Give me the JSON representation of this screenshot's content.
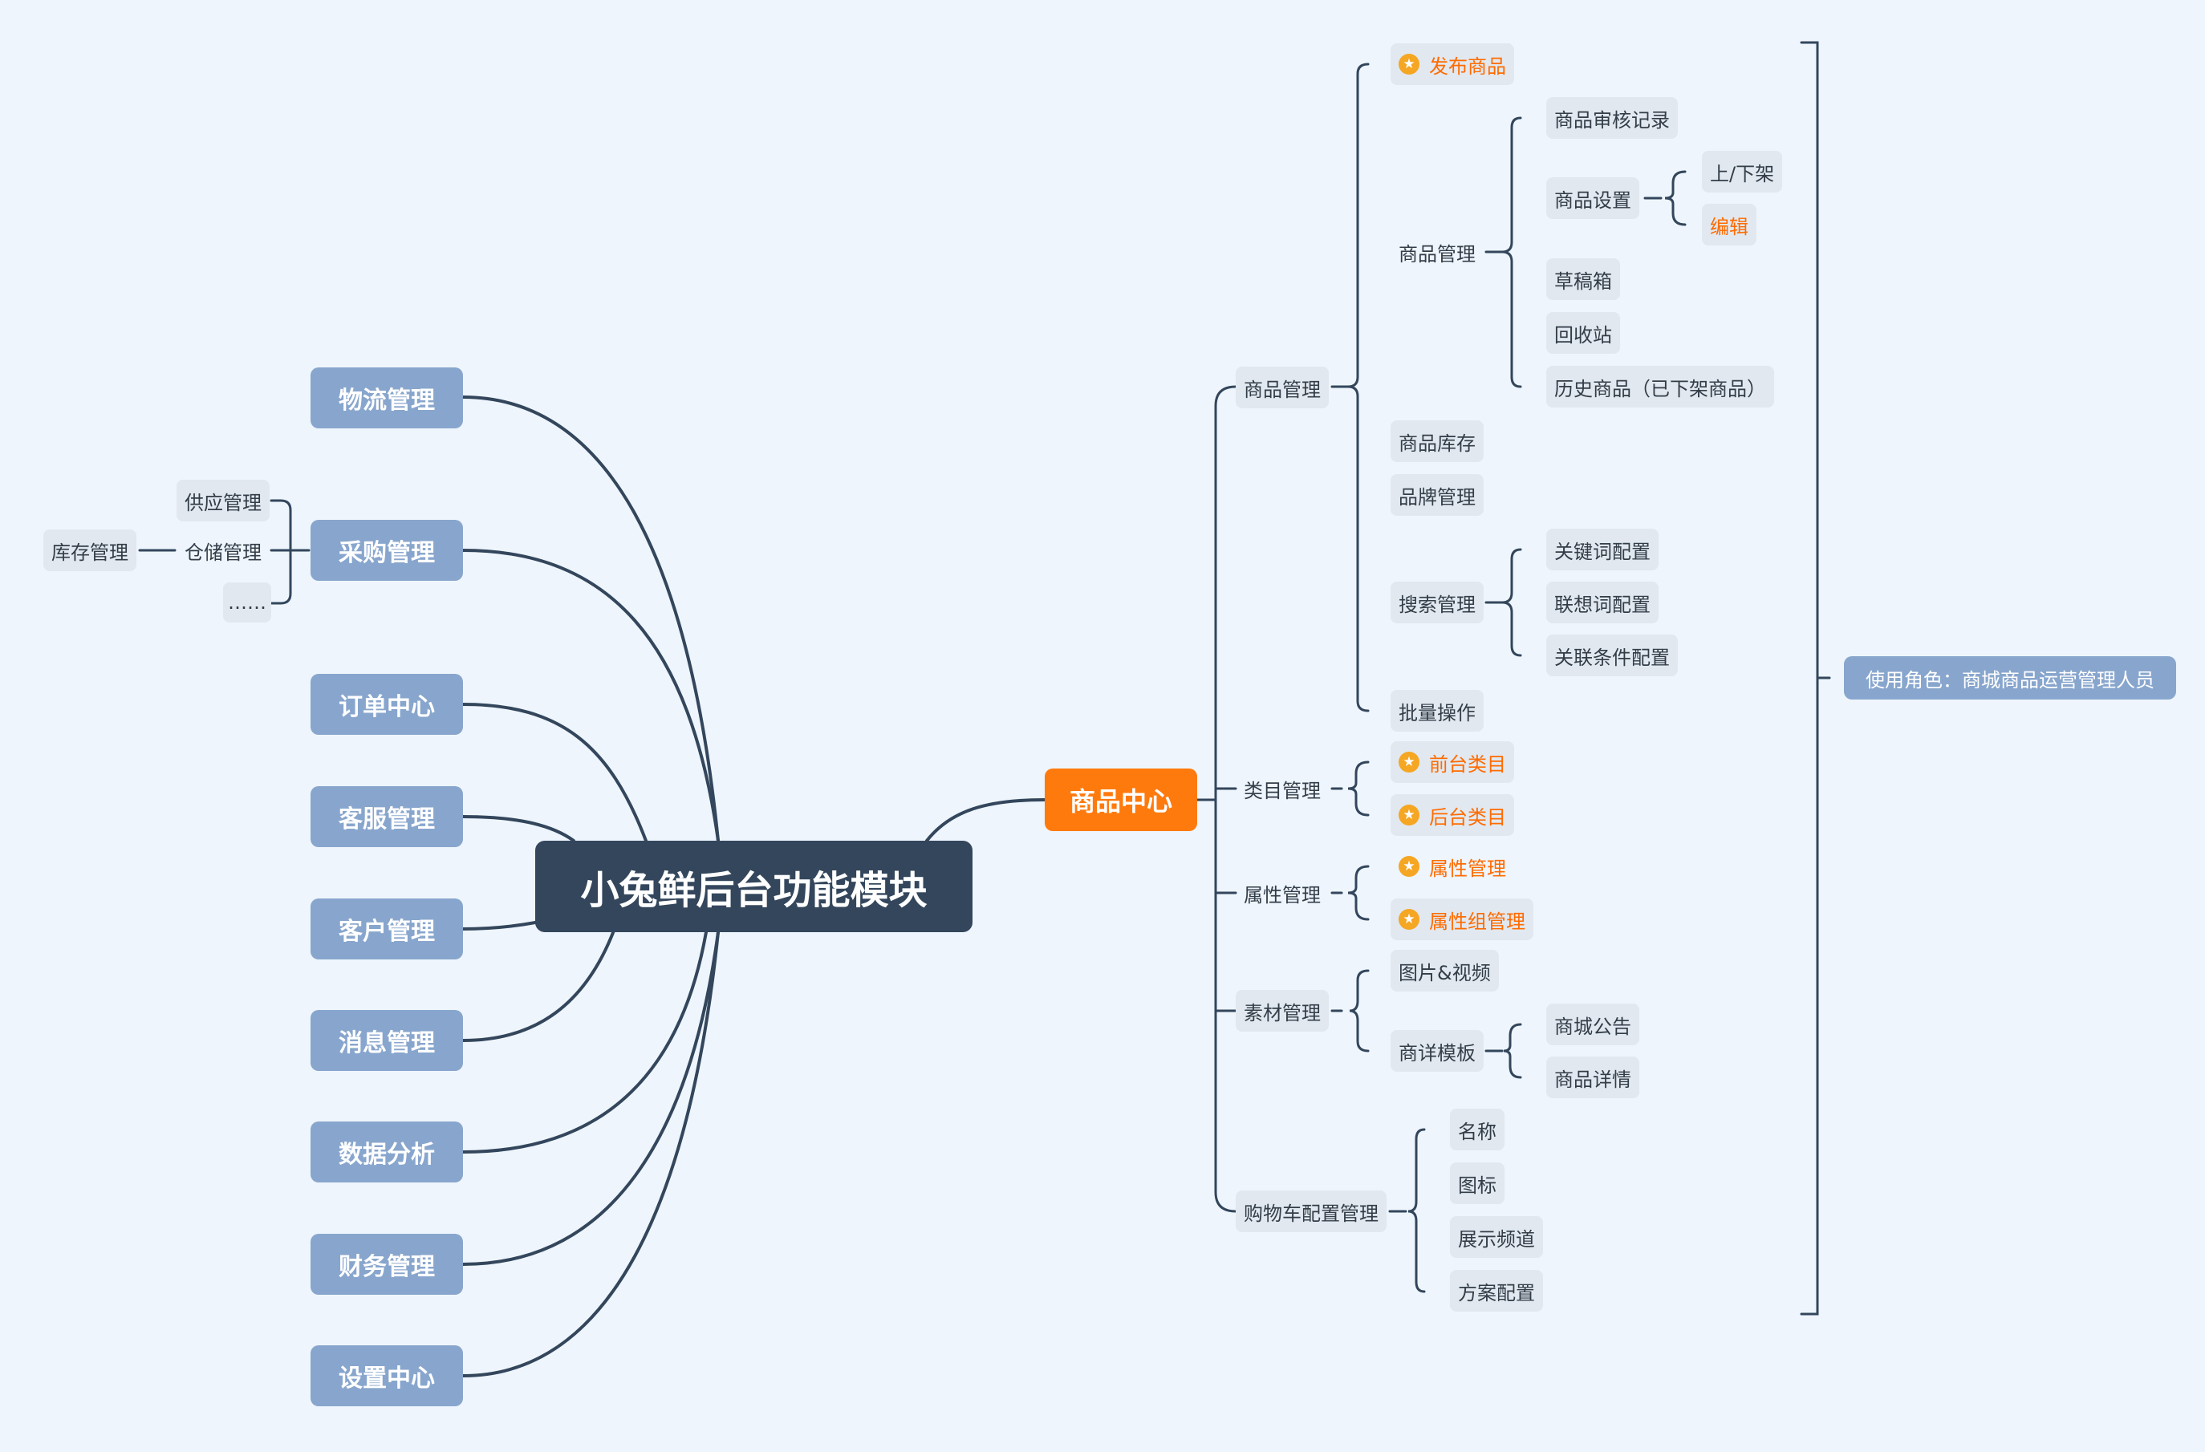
{
  "root": "小兔鲜后台功能模块",
  "left_modules": [
    "物流管理",
    "采购管理",
    "订单中心",
    "客服管理",
    "客户管理",
    "消息管理",
    "数据分析",
    "财务管理",
    "设置中心"
  ],
  "purchase_children": [
    "供应管理",
    "仓储管理",
    "……"
  ],
  "warehouse_child": "库存管理",
  "center": {
    "label": "商品中心",
    "goods_mgmt": {
      "label": "商品管理",
      "publish": "发布商品",
      "sub_mgmt": {
        "label": "商品管理",
        "audit": "商品审核记录",
        "settings": {
          "label": "商品设置",
          "shelf": "上/下架",
          "edit": "编辑"
        },
        "draft": "草稿箱",
        "recycle": "回收站",
        "history": "历史商品（已下架商品）"
      },
      "inventory": "商品库存",
      "brand": "品牌管理",
      "search": {
        "label": "搜索管理",
        "keyword": "关键词配置",
        "assoc": "联想词配置",
        "condition": "关联条件配置"
      },
      "batch": "批量操作"
    },
    "category": {
      "label": "类目管理",
      "front": "前台类目",
      "back": "后台类目"
    },
    "attribute": {
      "label": "属性管理",
      "attr": "属性管理",
      "group": "属性组管理"
    },
    "material": {
      "label": "素材管理",
      "media": "图片&视频",
      "template": {
        "label": "商详模板",
        "notice": "商城公告",
        "detail": "商品详情"
      }
    },
    "cart": {
      "label": "购物车配置管理",
      "name": "名称",
      "icon": "图标",
      "channel": "展示频道",
      "plan": "方案配置"
    }
  },
  "role_note": "使用角色：商城商品运营管理人员",
  "colors": {
    "background": "#eef5fc",
    "root": "#33465c",
    "accent": "#ff7a0d",
    "module": "#88a6cd",
    "line": "#33465c",
    "star": "#f5a623"
  }
}
